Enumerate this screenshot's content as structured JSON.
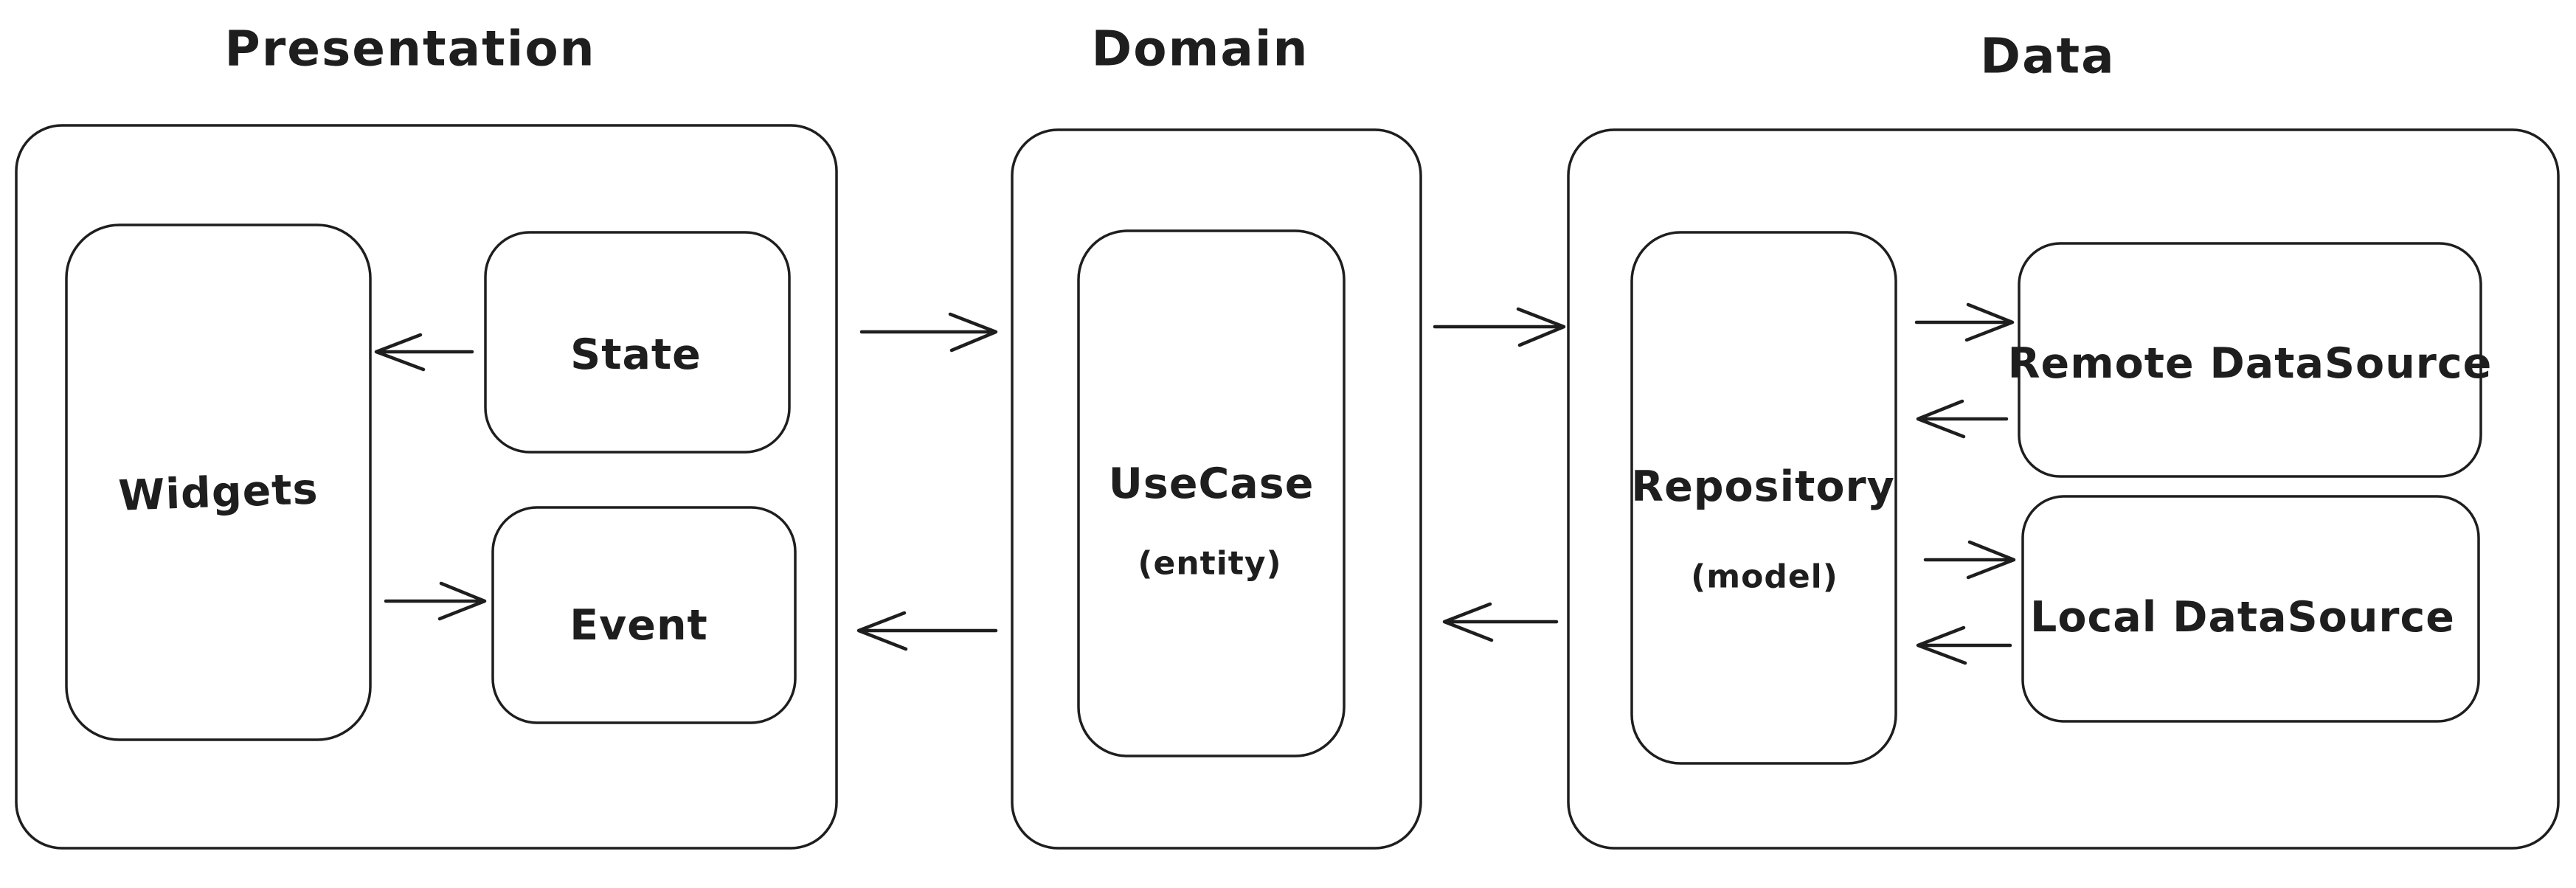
{
  "canvas": {
    "background_color": "#ffffff",
    "stroke_color": "#1e1e1e",
    "style": "hand-drawn sketch diagram"
  },
  "layers": [
    {
      "id": "presentation",
      "title": "Presentation",
      "nodes": [
        {
          "id": "widgets",
          "label": "Widgets"
        },
        {
          "id": "state",
          "label": "State"
        },
        {
          "id": "event",
          "label": "Event"
        }
      ]
    },
    {
      "id": "domain",
      "title": "Domain",
      "nodes": [
        {
          "id": "usecase",
          "label": "UseCase",
          "sublabel": "(entity)"
        }
      ]
    },
    {
      "id": "data",
      "title": "Data",
      "nodes": [
        {
          "id": "repository",
          "label": "Repository",
          "sublabel": "(model)"
        },
        {
          "id": "remote_datasource",
          "label": "Remote DataSource"
        },
        {
          "id": "local_datasource",
          "label": "Local DataSource"
        }
      ]
    }
  ],
  "connections": [
    {
      "from": "state",
      "to": "widgets",
      "direction": "left"
    },
    {
      "from": "widgets",
      "to": "event",
      "direction": "right"
    },
    {
      "from": "presentation",
      "to": "domain",
      "direction": "right"
    },
    {
      "from": "domain",
      "to": "presentation",
      "direction": "left"
    },
    {
      "from": "domain",
      "to": "data",
      "direction": "right"
    },
    {
      "from": "data",
      "to": "domain",
      "direction": "left"
    },
    {
      "from": "repository",
      "to": "remote_datasource",
      "direction": "right"
    },
    {
      "from": "remote_datasource",
      "to": "repository",
      "direction": "left"
    },
    {
      "from": "repository",
      "to": "local_datasource",
      "direction": "right"
    },
    {
      "from": "local_datasource",
      "to": "repository",
      "direction": "left"
    }
  ]
}
